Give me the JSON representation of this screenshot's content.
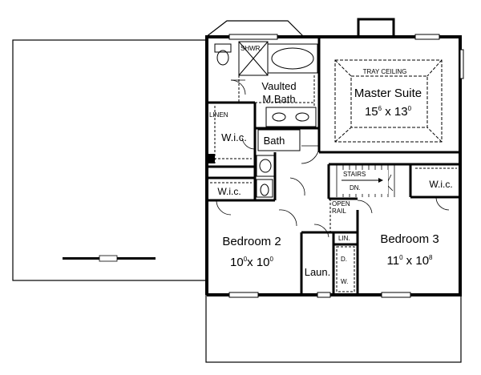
{
  "rooms": {
    "master_suite": {
      "name": "Master Suite",
      "dim_a": "15",
      "dim_a_sup": "6",
      "dim_x": " x 13",
      "dim_b_sup": "0",
      "ceiling": "TRAY CEILING"
    },
    "vaulted_bath": {
      "line1": "Vaulted",
      "line2": "M.Bath"
    },
    "shower": "SHWR.",
    "linen_top": "LINEN",
    "wic_1": "W.i.c.",
    "wic_2": "W.i.c.",
    "wic_3": "W.i.c.",
    "bath": "Bath",
    "stairs": "STAIRS",
    "down": "DN.",
    "open_rail": {
      "line1": "OPEN",
      "line2": "RAIL"
    },
    "lin": "LIN.",
    "bedroom_2": {
      "name": "Bedroom 2",
      "dim_a": "10",
      "dim_a_sup": "0",
      "dim_x": "x 10",
      "dim_b_sup": "0"
    },
    "bedroom_3": {
      "name": "Bedroom 3",
      "dim_a": "11",
      "dim_a_sup": "0",
      "dim_x": " x 10",
      "dim_b_sup": "8"
    },
    "laundry": "Laun.",
    "dryer": "D.",
    "washer": "W."
  }
}
